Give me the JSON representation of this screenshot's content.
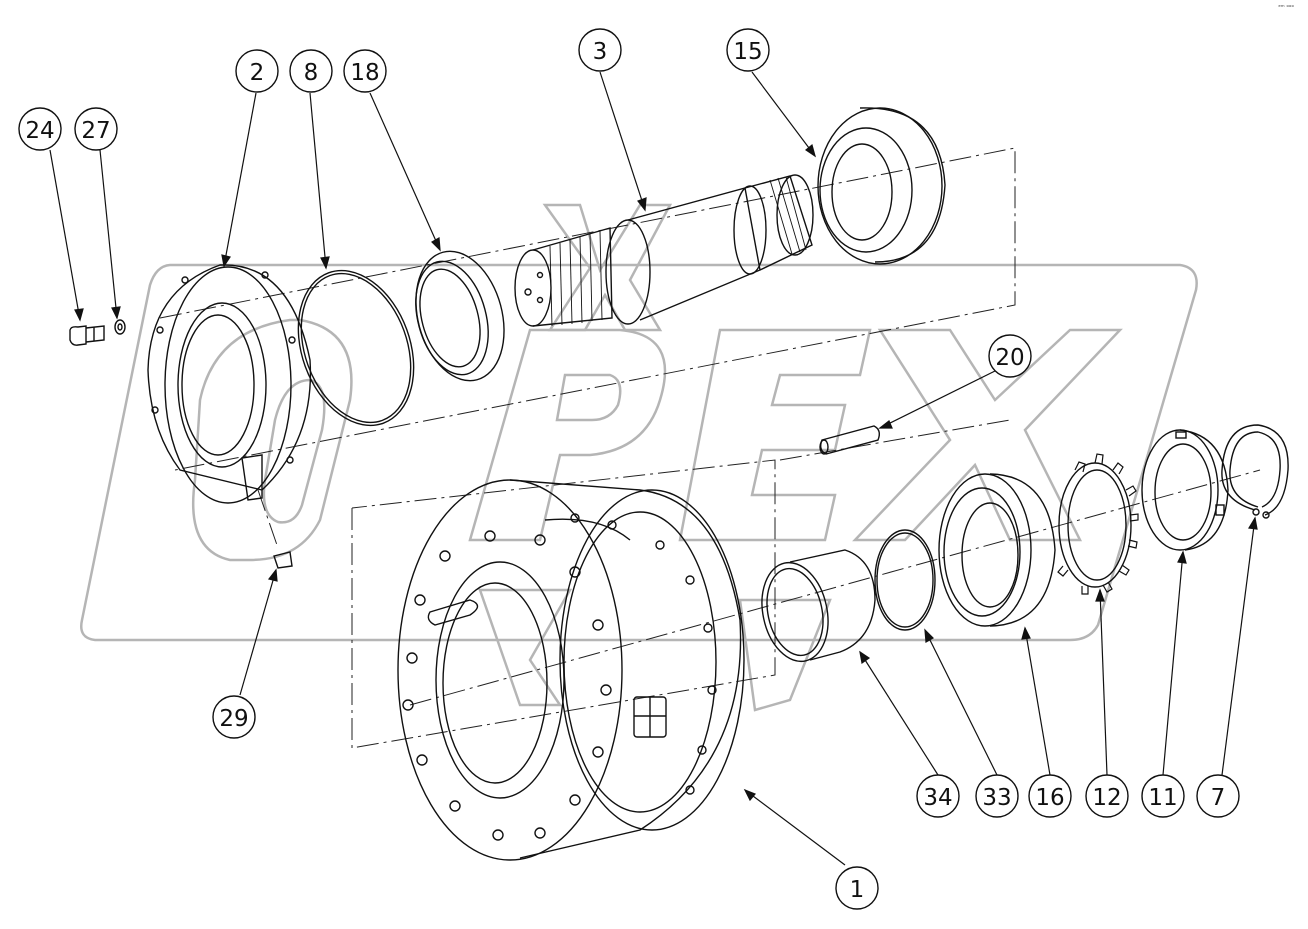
{
  "corner_mark": "ᵉᵐ ᵒᵒᵒ",
  "watermark": "OPEX",
  "callouts": [
    {
      "id": "c24",
      "label": "24"
    },
    {
      "id": "c27",
      "label": "27"
    },
    {
      "id": "c2",
      "label": "2"
    },
    {
      "id": "c8",
      "label": "8"
    },
    {
      "id": "c18",
      "label": "18"
    },
    {
      "id": "c3",
      "label": "3"
    },
    {
      "id": "c15",
      "label": "15"
    },
    {
      "id": "c20",
      "label": "20"
    },
    {
      "id": "c29",
      "label": "29"
    },
    {
      "id": "c34",
      "label": "34"
    },
    {
      "id": "c33",
      "label": "33"
    },
    {
      "id": "c16",
      "label": "16"
    },
    {
      "id": "c12",
      "label": "12"
    },
    {
      "id": "c11",
      "label": "11"
    },
    {
      "id": "c7",
      "label": "7"
    },
    {
      "id": "c1",
      "label": "1"
    }
  ]
}
